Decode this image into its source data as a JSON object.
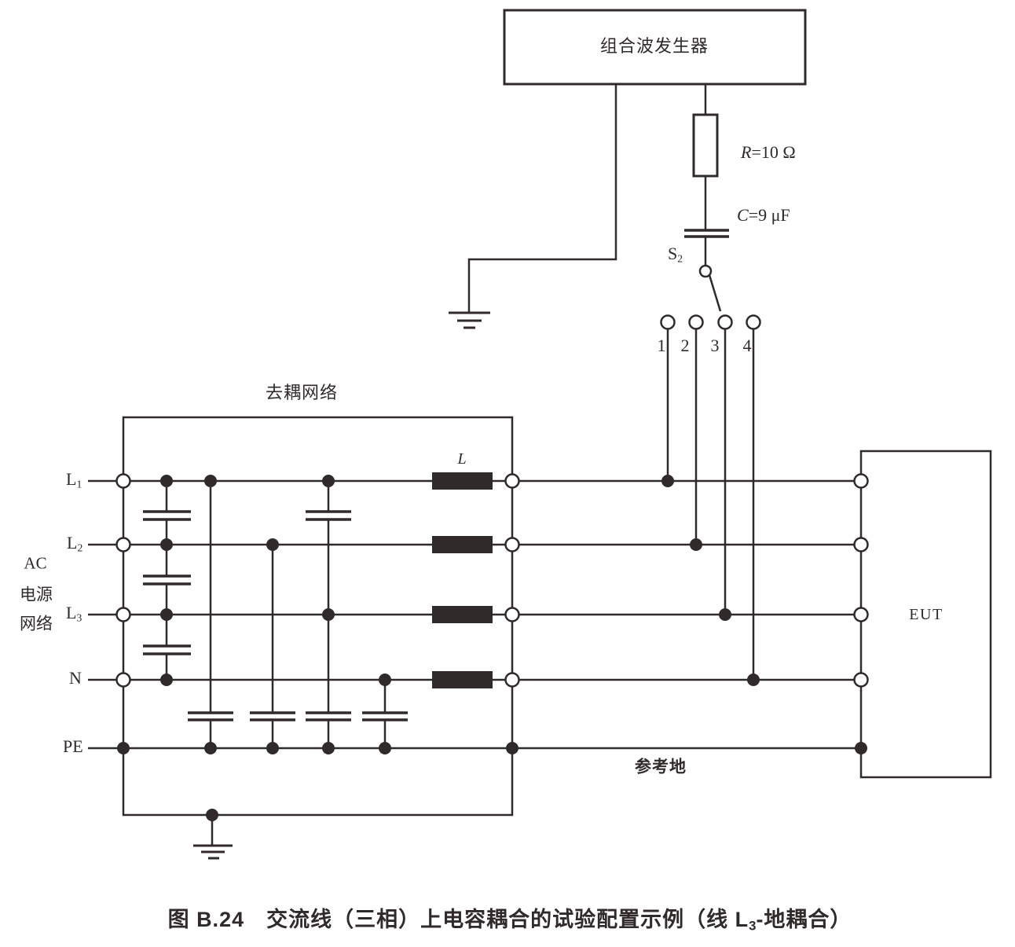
{
  "colors": {
    "ink": "#302a2a",
    "bg": "#ffffff"
  },
  "generator": {
    "label": "组合波发生器"
  },
  "surge_path": {
    "resistor": {
      "symbol": "R",
      "value": "=10 Ω"
    },
    "capacitor": {
      "symbol": "C",
      "value": "=9 μF"
    },
    "switch": {
      "base": "S",
      "sub": "2"
    }
  },
  "terminals": {
    "labels": [
      "1",
      "2",
      "3",
      "4"
    ]
  },
  "decoupling_network": {
    "label": "去耦网络",
    "inductor_label": "L"
  },
  "ac_source": {
    "line1": "AC",
    "line2": "电源",
    "line3": "网络"
  },
  "power_lines": [
    {
      "base": "L",
      "sub": "1"
    },
    {
      "base": "L",
      "sub": "2"
    },
    {
      "base": "L",
      "sub": "3"
    },
    {
      "base": "N",
      "sub": ""
    },
    {
      "base": "PE",
      "sub": ""
    }
  ],
  "eut": {
    "label": "EUT"
  },
  "reference_ground": {
    "label": "参考地"
  },
  "caption": {
    "figure": "图 B.24",
    "text_before": "交流线（三相）上电容耦合的试验配置示例（线 ",
    "line_symbol": "L",
    "line_sub": "3",
    "text_after": "-地耦合）"
  }
}
